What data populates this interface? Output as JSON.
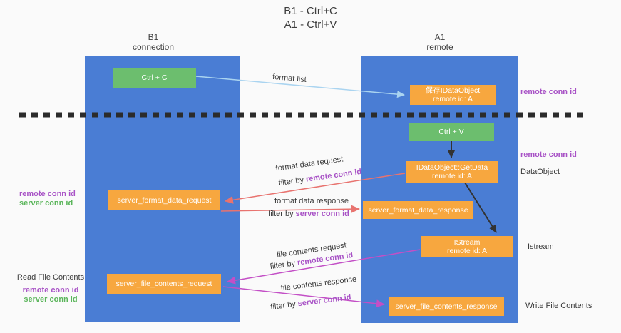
{
  "title": {
    "line1": "B1 - Ctrl+C",
    "line2": "A1 - Ctrl+V"
  },
  "lifelines": {
    "b1": {
      "name": "B1",
      "subtitle": "connection"
    },
    "a1": {
      "name": "A1",
      "subtitle": "remote"
    }
  },
  "nodes": {
    "ctrl_c": {
      "label": "Ctrl + C"
    },
    "save_dataobject": {
      "line1": "保存IDataObject",
      "line2": "remote id: A"
    },
    "ctrl_v": {
      "label": "Ctrl + V"
    },
    "getdata": {
      "line1": "IDataObject::GetData",
      "line2": "remote id: A"
    },
    "server_format_data_request": {
      "label": "server_format_data_request"
    },
    "server_format_data_response": {
      "label": "server_format_data_response"
    },
    "istream": {
      "line1": "IStream",
      "line2": "remote id: A"
    },
    "server_file_contents_request": {
      "label": "server_file_contents_request"
    },
    "server_file_contents_response": {
      "label": "server_file_contents_response"
    }
  },
  "edge_labels": {
    "format_list": "format list",
    "format_data_request": "format data request",
    "format_data_request_filter_prefix": "filter by ",
    "format_data_request_filter_id": "remote conn id",
    "format_data_response": "format data response",
    "format_data_response_filter_prefix": "filter by ",
    "format_data_response_filter_id": "server conn id",
    "file_contents_request": "file contents request",
    "file_contents_request_filter_prefix": "filter by ",
    "file_contents_request_filter_id": "remote conn id",
    "file_contents_response": "file contents response",
    "file_contents_response_filter_prefix": "filter by ",
    "file_contents_response_filter_id": "server conn id"
  },
  "side_labels": {
    "left_top_remote": "remote conn id",
    "left_top_server": "server conn id",
    "read_file_contents": "Read File Contents",
    "left_bottom_remote": "remote conn id",
    "left_bottom_server": "server conn id",
    "right_top_remote": "remote conn id",
    "right_mid_remote": "remote conn id",
    "dataobject": "DataObject",
    "istream": "Istream",
    "write_file_contents": "Write File Contents"
  },
  "colors": {
    "lifeline_blue": "#4a7dd4",
    "action_green": "#6cbe6e",
    "message_orange": "#f7a73f",
    "arrow_salmon": "#e8736f",
    "arrow_magenta": "#c34fc6",
    "arrow_lightblue": "#aad4f0",
    "arrow_black": "#333333",
    "label_purple": "#a852c6",
    "label_green": "#5ab55a"
  }
}
